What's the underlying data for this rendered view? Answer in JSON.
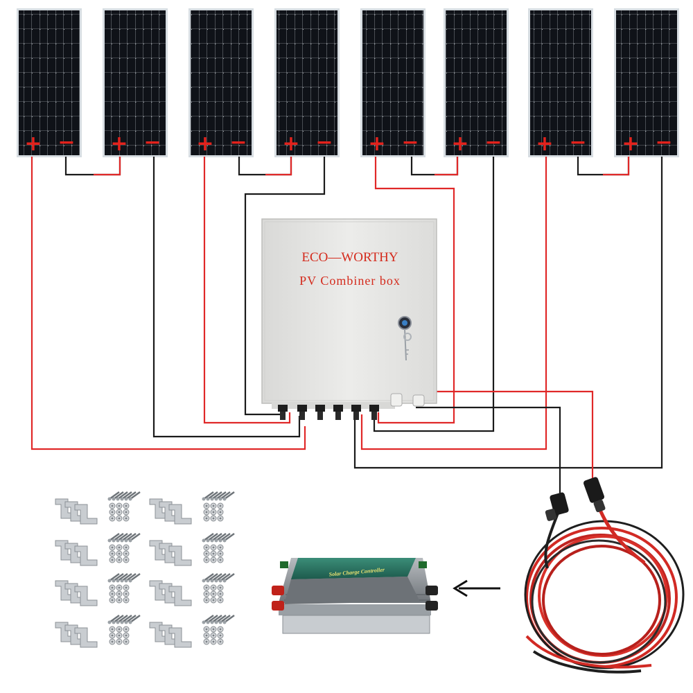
{
  "combiner_box": {
    "brand": "ECO—WORTHY",
    "label": "PV Combiner box"
  },
  "charge_controller": {
    "label": "Solar Charge Controller"
  },
  "panels": [
    {
      "id": 1,
      "plus": "+",
      "minus": "−"
    },
    {
      "id": 2,
      "plus": "+",
      "minus": "−"
    },
    {
      "id": 3,
      "plus": "+",
      "minus": "−"
    },
    {
      "id": 4,
      "plus": "+",
      "minus": "−"
    },
    {
      "id": 5,
      "plus": "+",
      "minus": "−"
    },
    {
      "id": 6,
      "plus": "+",
      "minus": "−"
    },
    {
      "id": 7,
      "plus": "+",
      "minus": "−"
    },
    {
      "id": 8,
      "plus": "+",
      "minus": "−"
    }
  ],
  "colors": {
    "positive_wire": "#e02828",
    "negative_wire": "#1a1a1a",
    "panel_cell": "#0d0f14",
    "box_body": "#e6e6e4",
    "controller_body": "#2d7a6a"
  },
  "icons": [
    "arrow-left-icon",
    "key-lock-icon"
  ]
}
